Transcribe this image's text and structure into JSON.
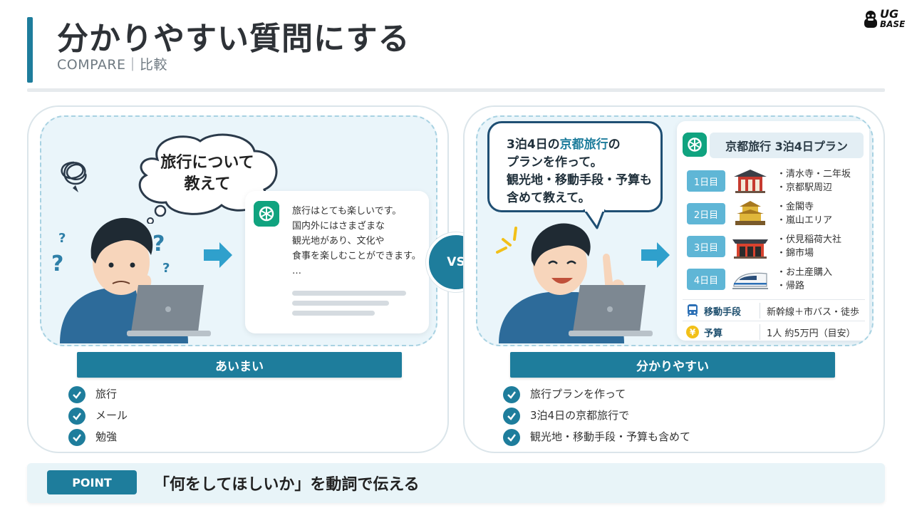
{
  "header": {
    "title": "分かりやすい質問にする",
    "subtitle": "COMPARE｜比較",
    "logo_line1": "UG",
    "logo_line2": "BASE"
  },
  "left": {
    "thought_line1": "旅行について",
    "thought_line2": "教えて",
    "reply_lines": [
      "旅行はとても楽しいです。",
      "国内外にはさまざまな",
      "観光地があり、文化や",
      "食事を楽しむことができます。",
      "…"
    ],
    "label": "あいまい",
    "checks": [
      "旅行",
      "メール",
      "勉強"
    ]
  },
  "vs_label": "VS",
  "right": {
    "speech_line1_pre": "3泊4日の",
    "speech_line1_hl": "京都旅行",
    "speech_line1_post": "の",
    "speech_line2": "プランを作って。",
    "speech_line3": "観光地・移動手段・予算も",
    "speech_line4": "含めて教えて。",
    "plan_title": "京都旅行 3泊4日プラン",
    "days": [
      {
        "badge": "1日目",
        "items": [
          "・清水寺・二年坂",
          "・京都駅周辺"
        ],
        "icon": "temple-icon"
      },
      {
        "badge": "2日目",
        "items": [
          "・金閣寺",
          "・嵐山エリア"
        ],
        "icon": "golden-pavilion-icon"
      },
      {
        "badge": "3日目",
        "items": [
          "・伏見稲荷大社",
          "・錦市場"
        ],
        "icon": "shrine-icon"
      },
      {
        "badge": "4日目",
        "items": [
          "・お土産購入",
          "・帰路"
        ],
        "icon": "shinkansen-icon"
      }
    ],
    "transport_label": "移動手段",
    "transport_value": "新幹線＋市バス・徒歩",
    "budget_label": "予算",
    "budget_value": "1人 約5万円（目安）",
    "label": "分かりやすい",
    "checks": [
      "旅行プランを作って",
      "3泊4日の京都旅行で",
      "観光地・移動手段・予算も含めて"
    ]
  },
  "point": {
    "badge": "POINT",
    "text": "「何をしてほしいか」を動詞で伝える"
  },
  "colors": {
    "accent": "#1e7d9c",
    "scene_bg": "#eaf5fa",
    "day_badge": "#5fb6d6",
    "gpt_green": "#10a37f"
  }
}
